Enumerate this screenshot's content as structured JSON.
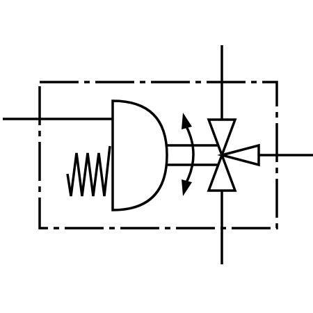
{
  "diagram": {
    "type": "schematic-symbol",
    "colors": {
      "stroke": "#000000",
      "background": "#ffffff"
    },
    "components": [
      "enclosure-dash-dot-border",
      "pilot-input-line",
      "bias-spring",
      "dome-actuator",
      "actuator-shaft",
      "rotation-arrows",
      "three-way-valve",
      "port-lines"
    ]
  }
}
